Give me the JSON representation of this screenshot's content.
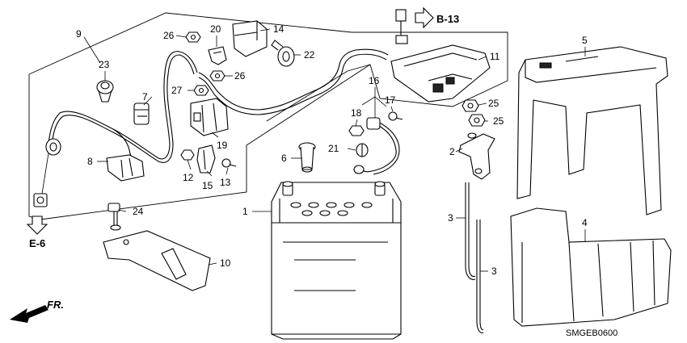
{
  "callouts": {
    "c1": "1",
    "c2": "2",
    "c3a": "3",
    "c3b": "3",
    "c4": "4",
    "c5": "5",
    "c6": "6",
    "c7": "7",
    "c8": "8",
    "c9": "9",
    "c10": "10",
    "c11": "11",
    "c12": "12",
    "c13": "13",
    "c14": "14",
    "c15": "15",
    "c16": "16",
    "c17": "17",
    "c18": "18",
    "c19": "19",
    "c20": "20",
    "c21": "21",
    "c22": "22",
    "c23": "23",
    "c24": "24",
    "c25a": "25",
    "c25b": "25",
    "c26a": "26",
    "c26b": "26",
    "c27": "27"
  },
  "references": {
    "ref_b13": "B-13",
    "ref_e6": "E-6",
    "front": "FR."
  },
  "diagram_code": "SMGEB0600"
}
